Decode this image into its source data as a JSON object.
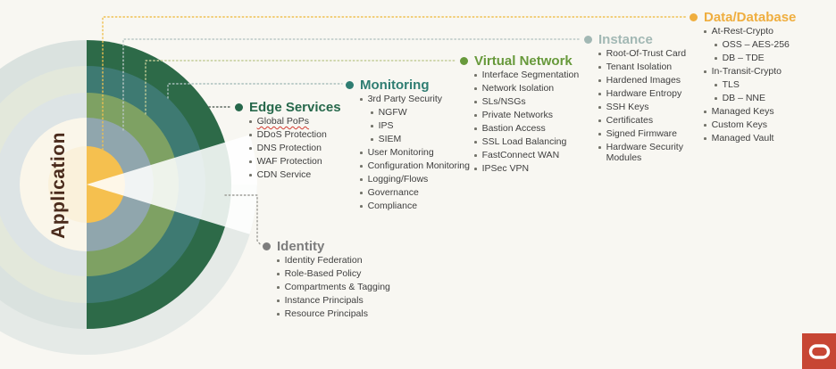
{
  "app_label": "Application",
  "background": "#F8F7F2",
  "diagram": {
    "center_label": "Application",
    "center_label_color": "#4A2B1C",
    "outer_arc_color": "#E5EAE7",
    "left_rings": [
      "#DAE2DF",
      "#E3E8DB",
      "#DDE4E5",
      "#FAF6EA",
      "#FAF1DB"
    ],
    "right_rings": [
      "#2D6A48",
      "#3E7A72",
      "#7EA163",
      "#90A6AD",
      "#F5C04F"
    ]
  },
  "sections": [
    {
      "id": "edge-services",
      "label": "Edge Services",
      "color": "#26684B",
      "line_color": "#5A675E",
      "items": [
        {
          "text": "Global PoPs",
          "squiggle": true
        },
        {
          "text": "DDoS Protection"
        },
        {
          "text": "DNS Protection"
        },
        {
          "text": "WAF Protection"
        },
        {
          "text": "CDN Service"
        }
      ]
    },
    {
      "id": "monitoring",
      "label": "Monitoring",
      "color": "#2F7D72",
      "line_color": "#A9BFBC",
      "items": [
        {
          "text": "3rd Party Security"
        },
        {
          "text": "NGFW",
          "indent": true
        },
        {
          "text": "IPS",
          "indent": true
        },
        {
          "text": "SIEM",
          "indent": true
        },
        {
          "text": "User Monitoring"
        },
        {
          "text": "Configuration Monitoring"
        },
        {
          "text": "Logging/Flows"
        },
        {
          "text": "Governance"
        },
        {
          "text": "Compliance"
        }
      ]
    },
    {
      "id": "virtual-network",
      "label": "Virtual Network",
      "color": "#67993B",
      "line_color": "#C2CC96",
      "items": [
        {
          "text": "Interface Segmentation"
        },
        {
          "text": "Network Isolation"
        },
        {
          "text": "SLs/NSGs"
        },
        {
          "text": "Private Networks"
        },
        {
          "text": "Bastion Access"
        },
        {
          "text": "SSL Load Balancing"
        },
        {
          "text": "FastConnect WAN"
        },
        {
          "text": "IPSec VPN"
        }
      ]
    },
    {
      "id": "instance",
      "label": "Instance",
      "color": "#A2B8B4",
      "line_color": "#B9C7C5",
      "items": [
        {
          "text": "Root-Of-Trust Card"
        },
        {
          "text": "Tenant Isolation"
        },
        {
          "text": "Hardened Images"
        },
        {
          "text": "Hardware Entropy"
        },
        {
          "text": "SSH Keys"
        },
        {
          "text": "Certificates"
        },
        {
          "text": "Signed Firmware"
        },
        {
          "text": "Hardware Security Modules"
        }
      ]
    },
    {
      "id": "data-database",
      "label": "Data/Database",
      "color": "#EFAE3F",
      "line_color": "#EFC050",
      "items": [
        {
          "text": "At-Rest-Crypto"
        },
        {
          "text": "OSS – AES-256",
          "indent": true
        },
        {
          "text": "DB – TDE",
          "indent": true
        },
        {
          "text": "In-Transit-Crypto"
        },
        {
          "text": "TLS",
          "indent": true
        },
        {
          "text": "DB – NNE",
          "indent": true
        },
        {
          "text": "Managed Keys"
        },
        {
          "text": "Custom Keys"
        },
        {
          "text": "Managed Vault"
        }
      ]
    },
    {
      "id": "identity",
      "label": "Identity",
      "color": "#7D7D7D",
      "line_color": "#9C9C96",
      "items": [
        {
          "text": "Identity Federation"
        },
        {
          "text": "Role-Based Policy"
        },
        {
          "text": "Compartments & Tagging"
        },
        {
          "text": "Instance Principals"
        },
        {
          "text": "Resource Principals"
        }
      ]
    }
  ],
  "logo": {
    "name": "oracle-logo",
    "color": "#C74634"
  }
}
